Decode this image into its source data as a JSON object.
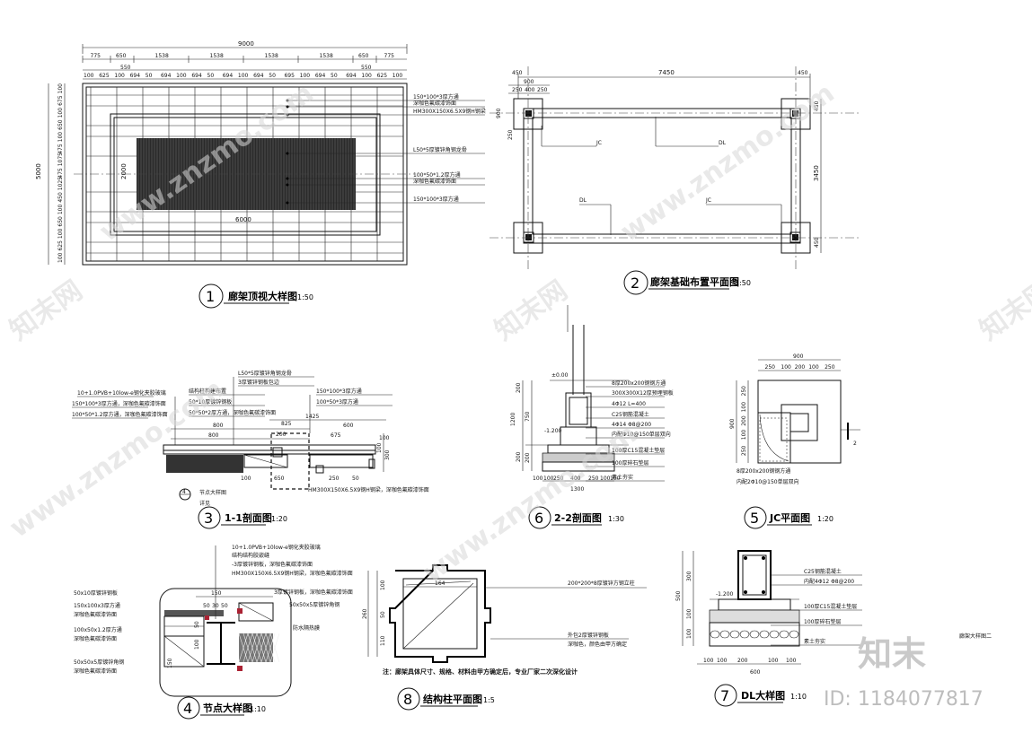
{
  "drawings": {
    "d1": {
      "num": "1",
      "title": "廊架顶视大样图",
      "scale": "1:50",
      "total_w": "9000",
      "total_h": "5000",
      "inner_w": "6000",
      "inner_h": "2000",
      "top_row1": [
        "775",
        "650",
        "1538",
        "1538",
        "1538",
        "1538",
        "650",
        "775"
      ],
      "top_row2": [
        "550",
        "550"
      ],
      "top_row3": [
        "100",
        "625",
        "100",
        "694",
        "50",
        "694",
        "100",
        "694",
        "50",
        "694",
        "100",
        "694",
        "50",
        "695",
        "100",
        "694",
        "50",
        "694",
        "100",
        "625",
        "100"
      ],
      "left_dims": [
        "100",
        "675",
        "100",
        "650",
        "100",
        "475",
        "1075",
        "475",
        "1025",
        "450",
        "100",
        "650",
        "100",
        "625",
        "100"
      ],
      "labels": [
        "150*100*3厚方通",
        "深咖色氟碳漆饰面",
        "HM300X150X6.5X9钢H钢梁",
        "L50*5厚镀锌角钢龙骨",
        "100*50*1.2厚方通",
        "深咖色氟碳漆饰面",
        "150*100*3厚方通"
      ]
    },
    "d2": {
      "num": "2",
      "title": "廊架基础布置平面图",
      "scale": "1:50",
      "w": "7450",
      "h": "3450",
      "a": "450",
      "b": "450",
      "c": "900",
      "d": "250",
      "e": "400",
      "f": "250",
      "g": "450",
      "l900": "900",
      "l250": "250",
      "labels": [
        "JC",
        "DL",
        "DL",
        "JC"
      ]
    },
    "d3": {
      "num": "3",
      "title": "1-1剖面图",
      "scale": "1:20",
      "notes": [
        "10+1.0PVB+10low-e钢化夹胶玻璃",
        "150*100*3厚方通，深咖色氟碳漆饰面",
        "100*50*1.2厚方通，深咖色氟碳漆饰面",
        "结构柱构建布置",
        "50*10厚镀锌钢板",
        "50*50*2厚方通，深咖色氟碳漆饰面",
        "L50*5厚镀锌角钢龙骨",
        "3厚镀锌钢板包边",
        "150*100*3厚方通",
        "100*50*3厚方通"
      ],
      "dims": [
        "1425",
        "825",
        "800",
        "800",
        "600",
        "200",
        "675",
        "100",
        "100",
        "300",
        "650",
        "250",
        "50",
        "100"
      ],
      "hm": "HM300X150X6.5X9钢H钢梁，深咖色氟碳漆饰面",
      "ref": "节点大样图",
      "ref_num": "4",
      "ref_sub": "详见"
    },
    "d4": {
      "num": "4",
      "title": "节点大样图",
      "scale": "1:10",
      "notes": [
        "10+1.0PVB+10low-e钢化夹胶玻璃",
        "结构结构胶嵌缝",
        "-3厚镀锌钢板，深咖色氟碳漆饰面",
        "HM300X150X6.5X9钢H钢梁，深咖色氟碳漆饰面",
        "3厚镀锌钢板，深咖色氟碳漆饰面",
        "50x50x5厚镀锌角钢",
        "防水隔热膜",
        "50x10厚镀锌钢板",
        "150x100x3厚方通",
        "深咖色氟碳漆饰面",
        "100x50x1.2厚方通",
        "深咖色氟碳漆饰面",
        "50x50x5厚镀锌角钢",
        "深咖色氟碳漆饰面"
      ],
      "dims": [
        "150",
        "50",
        "30",
        "50",
        "50",
        "100",
        "150"
      ]
    },
    "d5": {
      "num": "5",
      "title": "JC平面图",
      "scale": "1:20",
      "top": "900",
      "row": [
        "250",
        "100",
        "200",
        "100",
        "250"
      ],
      "left": [
        "250",
        "100",
        "200",
        "100",
        "250"
      ],
      "left_total": "900",
      "notes": [
        "8厚200x200钢钢方通",
        "内配2Φ10@150单层双向"
      ],
      "cut": "2"
    },
    "d6": {
      "num": "6",
      "title": "2-2剖面图",
      "scale": "1:30",
      "elev": "±0.00",
      "elev2": "-1.200",
      "notes": [
        "8厚200x200钢钢方通",
        "300X300X12厚预埋钢板",
        "4Φ12 L=400",
        "C25钢筋混凝土",
        "4Φ14 Φ8@200",
        "内配Φ10@150单层双向",
        "100厚C15混凝土垫层",
        "100厚碎石垫层",
        "素土夯实"
      ],
      "dims": [
        "200",
        "1200",
        "750",
        "200",
        "200",
        "1300",
        "100",
        "100",
        "250",
        "400",
        "250",
        "100",
        "100"
      ]
    },
    "d7": {
      "num": "7",
      "title": "DL大样图",
      "scale": "1:10",
      "notes": [
        "C25钢筋混凝土",
        "内配4Φ12 Φ8@200",
        "100厚C15混凝土垫层",
        "100厚碎石垫层",
        "素土夯实"
      ],
      "elev": "-1.200",
      "dims": [
        "500",
        "300",
        "100",
        "100",
        "100",
        "100",
        "200",
        "100",
        "100",
        "600"
      ]
    },
    "d8": {
      "num": "8",
      "title": "结构柱平面图",
      "scale": "1:5",
      "notes": [
        "200*200*8厚镀锌方钢立柱",
        "外包2厚镀锌钢板",
        "深咖色，颜色由甲方确定"
      ],
      "dims": [
        "164",
        "100",
        "50",
        "260",
        "110"
      ],
      "footnote": "注：廊架具体尺寸、规格、材料由甲方确定后，专业厂家二次深化设计"
    }
  },
  "watermark": {
    "brand": "知末",
    "id_label": "ID: 1184077817",
    "site": "www.znzmo.com",
    "logo": "知末网",
    "corner": "廊架大样图二"
  }
}
